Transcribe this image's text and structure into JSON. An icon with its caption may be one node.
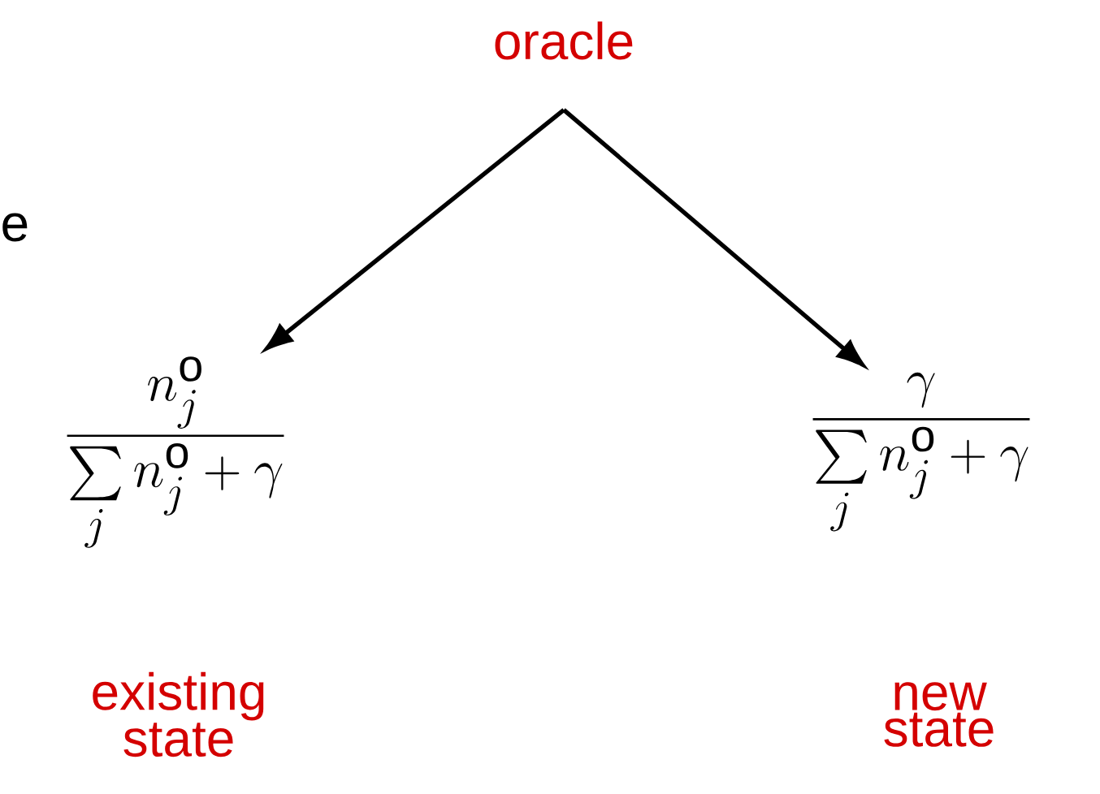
{
  "diagram": {
    "nodes": [
      {
        "text": [
          "oracle"
        ]
      },
      {
        "text": [
          "\\dfrac{n_j^{\\mathrm{o}}}{\\sum\\limits_j n_j^{\\mathrm{o}} + \\gamma}"
        ],
        "beside": [
          "existing state"
        ]
      },
      {
        "text": [
          "\\dfrac{\\gamma}{\\sum\\limits_j n_j^{\\mathrm{o}} + \\gamma}"
        ],
        "beside": [
          "new state"
        ]
      }
    ],
    "edges": [
      {
        "from": 0,
        "to": 1,
        "arrow": "to"
      },
      {
        "from": 0,
        "to": 2,
        "arrow": "to"
      }
    ],
    "labels": [
      "e"
    ]
  }
}
